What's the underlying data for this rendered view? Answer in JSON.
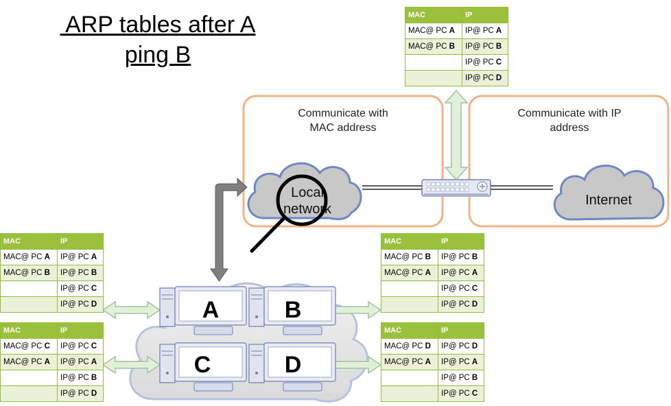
{
  "title": {
    "line1": " ARP tables after A",
    "line2": "ping B"
  },
  "zones": {
    "local": "Communicate with MAC address",
    "local_line1": "Communicate with",
    "local_line2": "MAC address",
    "internet_line1": "Communicate with IP",
    "internet_line2": "address"
  },
  "clouds": {
    "local_line1": "Local",
    "local_line2": "network",
    "internet": "Internet"
  },
  "pcs": [
    "A",
    "B",
    "C",
    "D"
  ],
  "tables": {
    "headers": {
      "mac": "MAC",
      "ip": "IP"
    },
    "switch": [
      {
        "mac": "MAC@ PC ",
        "mac_bold": "A",
        "ip": "IP@ PC ",
        "ip_bold": "A"
      },
      {
        "mac": "MAC@ PC ",
        "mac_bold": "B",
        "ip": "IP@ PC ",
        "ip_bold": "B"
      },
      {
        "mac": "",
        "mac_bold": "",
        "ip": "IP@ PC ",
        "ip_bold": "C"
      },
      {
        "mac": "",
        "mac_bold": "",
        "ip": "IP@ PC ",
        "ip_bold": "D"
      }
    ],
    "pc_a": [
      {
        "mac": "MAC@ PC ",
        "mac_bold": "A",
        "ip": "IP@ PC ",
        "ip_bold": "A"
      },
      {
        "mac": "MAC@ PC ",
        "mac_bold": "B",
        "ip": "IP@ PC ",
        "ip_bold": "B"
      },
      {
        "mac": "",
        "mac_bold": "",
        "ip": "IP@ PC ",
        "ip_bold": "C"
      },
      {
        "mac": "",
        "mac_bold": "",
        "ip": "IP@ PC ",
        "ip_bold": "D"
      }
    ],
    "pc_c": [
      {
        "mac": "MAC@ PC ",
        "mac_bold": "C",
        "ip": "IP@ PC ",
        "ip_bold": "C"
      },
      {
        "mac": "MAC@ PC ",
        "mac_bold": "A",
        "ip": "IP@ PC ",
        "ip_bold": "A"
      },
      {
        "mac": "",
        "mac_bold": "",
        "ip": "IP@ PC ",
        "ip_bold": "B"
      },
      {
        "mac": "",
        "mac_bold": "",
        "ip": "IP@ PC ",
        "ip_bold": "D"
      }
    ],
    "pc_b": [
      {
        "mac": "MAC@ PC ",
        "mac_bold": "B",
        "ip": "IP@ PC ",
        "ip_bold": "B"
      },
      {
        "mac": "MAC@ PC ",
        "mac_bold": "A",
        "ip": "IP@ PC ",
        "ip_bold": "A"
      },
      {
        "mac": "",
        "mac_bold": "",
        "ip": "IP@ PC ",
        "ip_bold": "C"
      },
      {
        "mac": "",
        "mac_bold": "",
        "ip": "IP@ PC ",
        "ip_bold": "D"
      }
    ],
    "pc_d": [
      {
        "mac": "MAC@ PC ",
        "mac_bold": "D",
        "ip": "IP@ PC ",
        "ip_bold": "D"
      },
      {
        "mac": "MAC@ PC ",
        "mac_bold": "A",
        "ip": "IP@ PC ",
        "ip_bold": "A"
      },
      {
        "mac": "",
        "mac_bold": "",
        "ip": "IP@ PC ",
        "ip_bold": "B"
      },
      {
        "mac": "",
        "mac_bold": "",
        "ip": "IP@ PC ",
        "ip_bold": "C"
      }
    ]
  },
  "colors": {
    "zone_border": "#f4b183",
    "cloud_fill": "#c8c8c8",
    "cloud_stroke": "#6d86c4",
    "table_header": "#9bc13c",
    "table_row_alt": "#ebf1d8",
    "arrow_fill": "#e2efd9",
    "arrow_stroke": "#9dc49c",
    "zoom_arrow": "#7f7f7f"
  }
}
